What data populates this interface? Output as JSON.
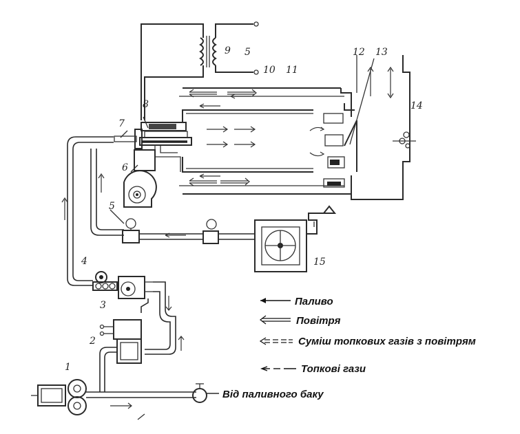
{
  "labels": {
    "n1": "1",
    "n2": "2",
    "n3": "3",
    "n4": "4",
    "n5": "5",
    "n6": "6",
    "n7": "7",
    "n8": "8",
    "n9": "9",
    "n10": "10",
    "n11": "11",
    "n12": "12",
    "n13": "13",
    "n14": "14",
    "n15": "15"
  },
  "legend": {
    "fuel": "Паливо",
    "air": "Повітря",
    "mixture": "Суміш топкових газів з повітрям",
    "flue_gases": "Топкові гази"
  },
  "source_label": "Від паливного баку"
}
